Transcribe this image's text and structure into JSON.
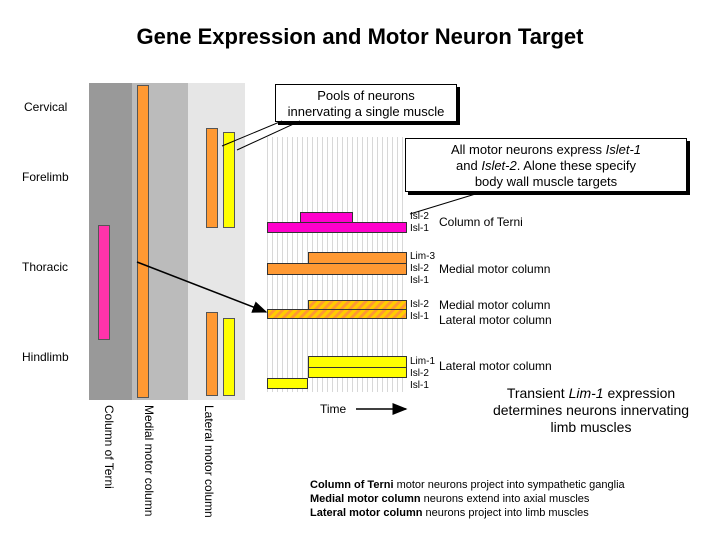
{
  "title": "Gene Expression and Motor Neuron Target",
  "regions": {
    "cervical": "Cervical",
    "forelimb": "Forelimb",
    "thoracic": "Thoracic",
    "hindlimb": "Hindlimb"
  },
  "callouts": {
    "pools": [
      "Pools of neurons",
      "innervating a single muscle"
    ],
    "islet_lines": [
      [
        "All motor neurons express ",
        "Islet-1"
      ],
      [
        "and ",
        "Islet-2",
        ". Alone these specify"
      ],
      [
        "body wall muscle targets"
      ]
    ]
  },
  "rows": [
    {
      "genes": [
        "Isl-2",
        "Isl-1"
      ],
      "labels": [
        "Column of Terni"
      ]
    },
    {
      "genes": [
        "Lim-3",
        "Isl-2",
        "Isl-1"
      ],
      "labels": [
        "Medial motor column"
      ]
    },
    {
      "genes": [
        "Isl-2",
        "Isl-1"
      ],
      "labels": [
        "Medial motor column",
        "Lateral motor column"
      ]
    },
    {
      "genes": [
        "Lim-1",
        "Isl-2",
        "Isl-1"
      ],
      "labels": [
        "Lateral motor column"
      ]
    }
  ],
  "column_labels": [
    "Column of Terni",
    "Medial motor column",
    "Lateral motor column"
  ],
  "time_label": "Time",
  "transient_note": {
    "lines": [
      [
        "Transient ",
        "Lim-1",
        " expression"
      ],
      [
        "determines neurons innervating"
      ],
      [
        "limb muscles"
      ]
    ]
  },
  "legend": [
    {
      "bold": "Column of Terni",
      "text": " motor neurons project into sympathetic ganglia"
    },
    {
      "bold": "Medial motor column",
      "text": " neurons extend into axial muscles"
    },
    {
      "bold": "Lateral motor column",
      "text": " neurons project into limb muscles"
    }
  ],
  "colors": {
    "terni": "#ff33aa",
    "medial": "#ff9933",
    "lateral": "#ffff00",
    "islet": "#ff00cc",
    "col1_bg": "#999999",
    "col2_bg": "#bbbbbb",
    "col3_bg": "#e6e6e6"
  }
}
